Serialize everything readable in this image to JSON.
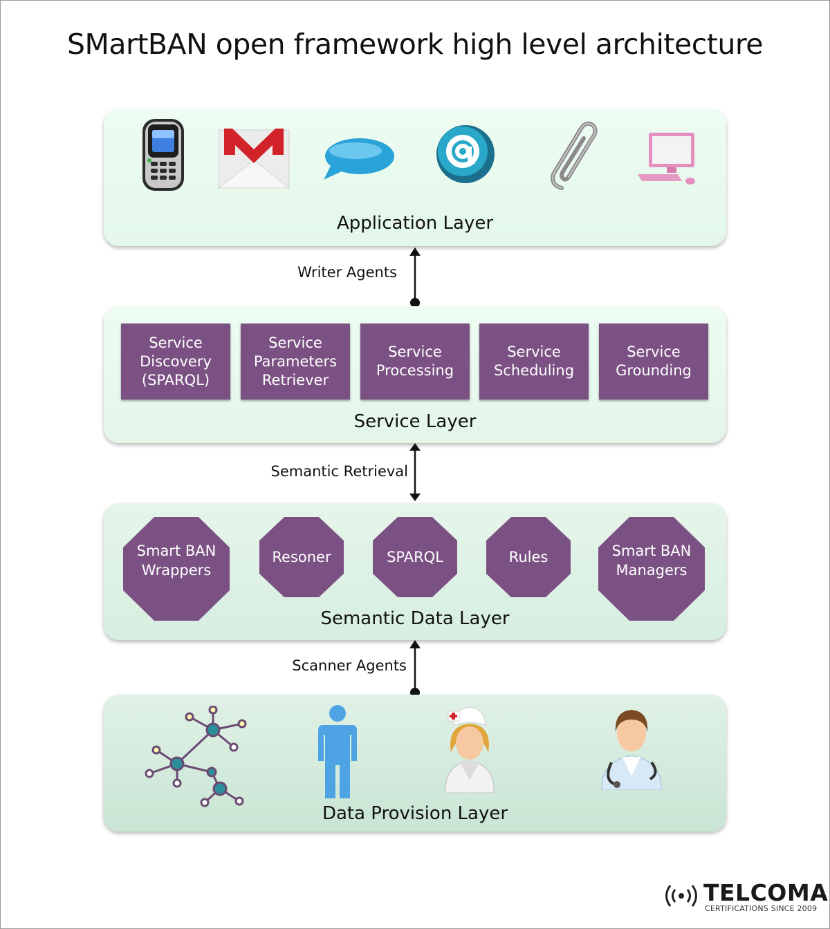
{
  "title": "SMartBAN open framework high level architecture",
  "layers": {
    "application": {
      "label": "Application Layer",
      "icons": [
        "mobile-phone-icon",
        "gmail-icon",
        "chat-bubble-icon",
        "email-at-icon",
        "paperclip-icon",
        "computer-icon"
      ]
    },
    "service": {
      "label": "Service Layer",
      "boxes": [
        "Service\nDiscovery\n(SPARQL)",
        "Service\nParameters\nRetriever",
        "Service\nProcessing",
        "Service\nScheduling",
        "Service\nGrounding"
      ]
    },
    "semantic": {
      "label": "Semantic Data Layer",
      "octagons": [
        "Smart BAN\nWrappers",
        "Resoner",
        "SPARQL",
        "Rules",
        "Smart BAN\nManagers"
      ]
    },
    "data_provision": {
      "label": "Data Provision Layer",
      "icons": [
        "network-graph-icon",
        "person-icon",
        "nurse-icon",
        "doctor-icon"
      ]
    }
  },
  "connectors": {
    "writer": "Writer Agents",
    "semantic": "Semantic Retrieval",
    "scanner": "Scanner Agents"
  },
  "logo": {
    "name": "TELCOMA",
    "tagline": "CERTIFICATIONS SINCE 2009"
  },
  "colors": {
    "box_fill": "#7b5183",
    "layer_fill": "#e3f7ea",
    "accent_teal": "#2a8f98"
  }
}
